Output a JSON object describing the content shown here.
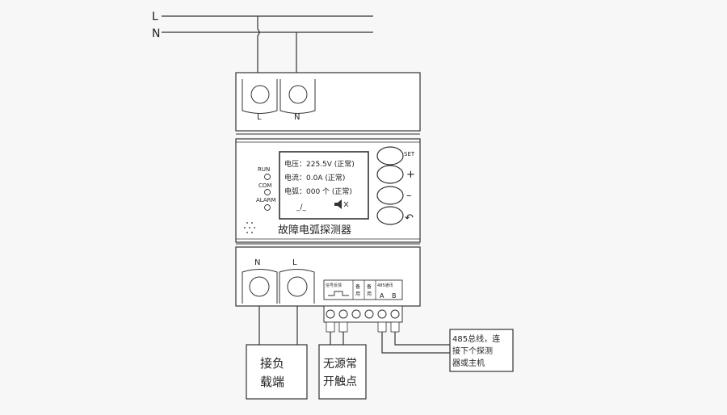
{
  "lines": {
    "l": "L",
    "n": "N"
  },
  "top_terminals": {
    "l": "L",
    "n": "N"
  },
  "indicators": {
    "run": "RUN",
    "com": "COM",
    "alarm": "ALARM"
  },
  "lcd": {
    "row1": "电压：225.5V (正常)",
    "row2": "电流：0.0A    (正常)",
    "row3": "电弧：000 个 (正常)",
    "switch_symbol": "_/_"
  },
  "buttons": {
    "set": "SET",
    "plus": "+",
    "minus": "–",
    "back": "↶"
  },
  "device_name": "故障电弧探测器",
  "bottom_terminals": {
    "n": "N",
    "l": "L"
  },
  "terminal_labels": {
    "signal": "信号反馈",
    "spare1a": "备",
    "spare1b": "用",
    "spare2a": "备",
    "spare2b": "用",
    "rs485": "485通讯",
    "a": "A",
    "b": "B"
  },
  "boxes": {
    "load_line1": "接负",
    "load_line2": "载端",
    "contact_line1": "无源常",
    "contact_line2": "开触点",
    "bus_line1": "485总线，连",
    "bus_line2": "接下个探测",
    "bus_line3": "器或主机"
  }
}
